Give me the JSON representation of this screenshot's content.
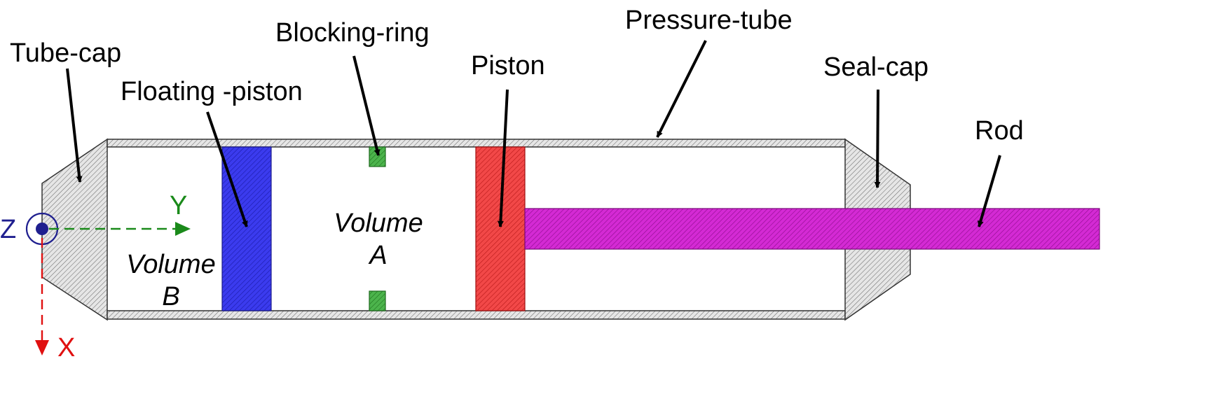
{
  "labels": {
    "tube_cap": "Tube-cap",
    "floating_piston": "Floating -piston",
    "blocking_ring": "Blocking-ring",
    "piston": "Piston",
    "pressure_tube": "Pressure-tube",
    "seal_cap": "Seal-cap",
    "rod": "Rod"
  },
  "volumes": {
    "a": {
      "line1": "Volume",
      "line2": "A"
    },
    "b": {
      "line1": "Volume",
      "line2": "B"
    }
  },
  "axes": {
    "z": "Z",
    "y": "Y",
    "x": "X"
  },
  "colors": {
    "floating_piston": "#2b2bd6",
    "blocking_ring": "#3a9a3a",
    "piston": "#ec3a3a",
    "rod": "#c81ec8",
    "axis_z": "#1f1f8f",
    "axis_y": "#1a8a1a",
    "axis_x": "#e01010"
  }
}
